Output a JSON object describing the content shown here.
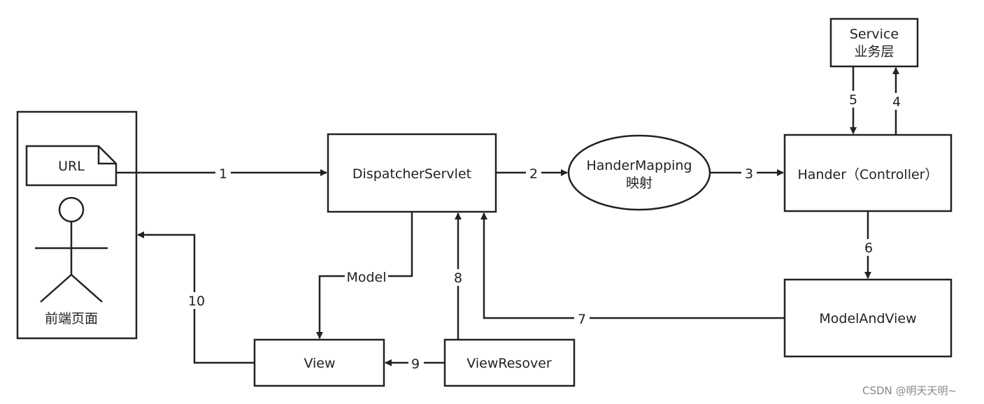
{
  "nodes": {
    "frontend": {
      "url_label": "URL",
      "label": "前端页面"
    },
    "dispatcher": {
      "label": "DispatcherServlet"
    },
    "handler_mapping": {
      "line1": "HanderMapping",
      "line2": "映射"
    },
    "handler": {
      "label": "Hander（Controller）"
    },
    "service": {
      "line1": "Service",
      "line2": "业务层"
    },
    "model_and_view": {
      "label": "ModelAndView"
    },
    "view": {
      "label": "View"
    },
    "view_resolver": {
      "label": "ViewResover"
    }
  },
  "edges": {
    "e1": "1",
    "e2": "2",
    "e3": "3",
    "e4": "4",
    "e5": "5",
    "e6": "6",
    "e7": "7",
    "e8": "8",
    "e9": "9",
    "e10": "10",
    "model": "Model"
  },
  "watermark": "CSDN @明天天明~"
}
